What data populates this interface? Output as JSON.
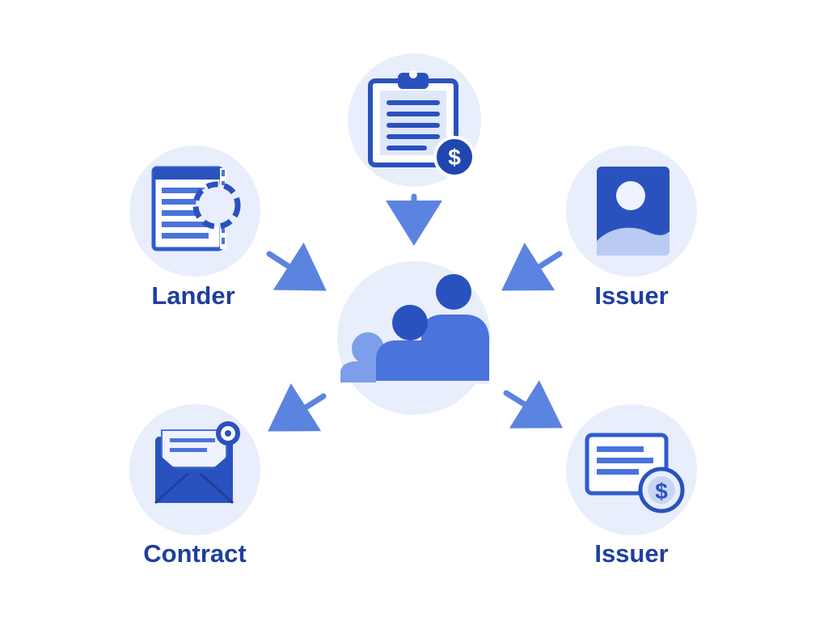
{
  "labels": {
    "lander": "Lander",
    "issuer_top": "Issuer",
    "contract": "Contract",
    "issuer_bottom": "Issuer"
  },
  "icons": {
    "top": "clipboard-dollar-icon",
    "lander": "document-dashed-circle-icon",
    "issuer_top": "picture-card-icon",
    "center": "people-group-icon",
    "contract": "envelope-icon",
    "issuer_bottom": "invoice-dollar-icon"
  },
  "colors": {
    "circle_fill": "#e8eefb",
    "icon_dark": "#2a52be",
    "icon_mid": "#4a73dc",
    "icon_light": "#c8d6f6",
    "arrow": "#5b84e0",
    "label": "#1f3f9e"
  }
}
